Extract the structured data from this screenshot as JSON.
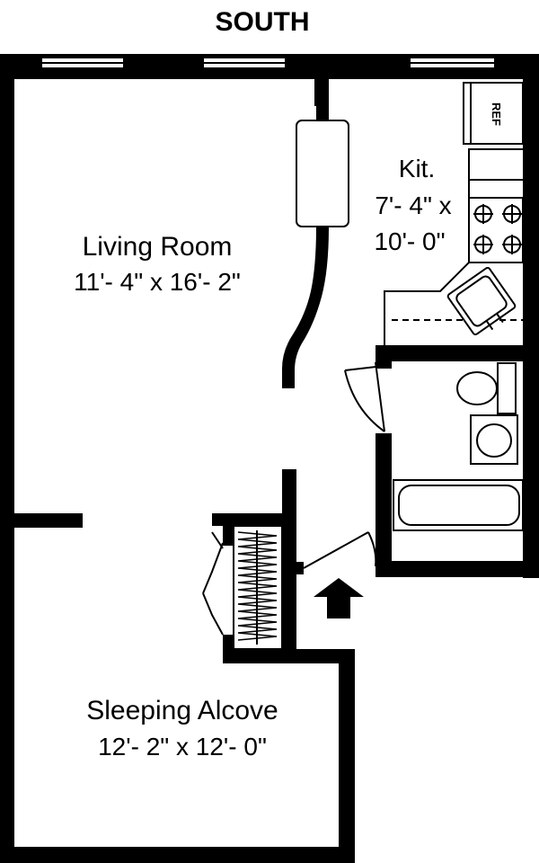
{
  "orientation": "SOUTH",
  "rooms": {
    "living": {
      "name": "Living Room",
      "dims": "11'- 4\" x 16'- 2\""
    },
    "kitchen": {
      "name": "Kit.",
      "dims_line1": "7'- 4\" x",
      "dims_line2": "10'- 0\""
    },
    "alcove": {
      "name": "Sleeping Alcove",
      "dims": "12'- 2\" x 12'- 0\""
    }
  },
  "fixtures": {
    "refrigerator": "REF"
  },
  "colors": {
    "wall": "#000000",
    "background": "#ffffff"
  },
  "icons": {
    "entry": "up-arrow"
  }
}
